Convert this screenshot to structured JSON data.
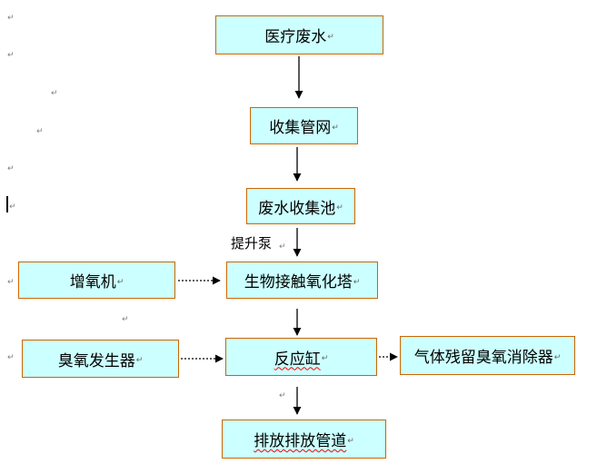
{
  "nodes": {
    "wastewater": "医疗废水",
    "collection_network": "收集管网",
    "collection_tank": "废水收集池",
    "aerator": "增氧机",
    "bio_tower": "生物接触氧化塔",
    "ozone_generator": "臭氧发生器",
    "reaction_tank": "反应缸",
    "ozone_eliminator": "气体残留臭氧消除器",
    "discharge": "排放排放管道"
  },
  "edge_labels": {
    "lift_pump": "提升泵"
  },
  "paragraph_mark": "↵",
  "colors": {
    "box_fill": "#ccffff",
    "box_border": "#cc6600"
  }
}
